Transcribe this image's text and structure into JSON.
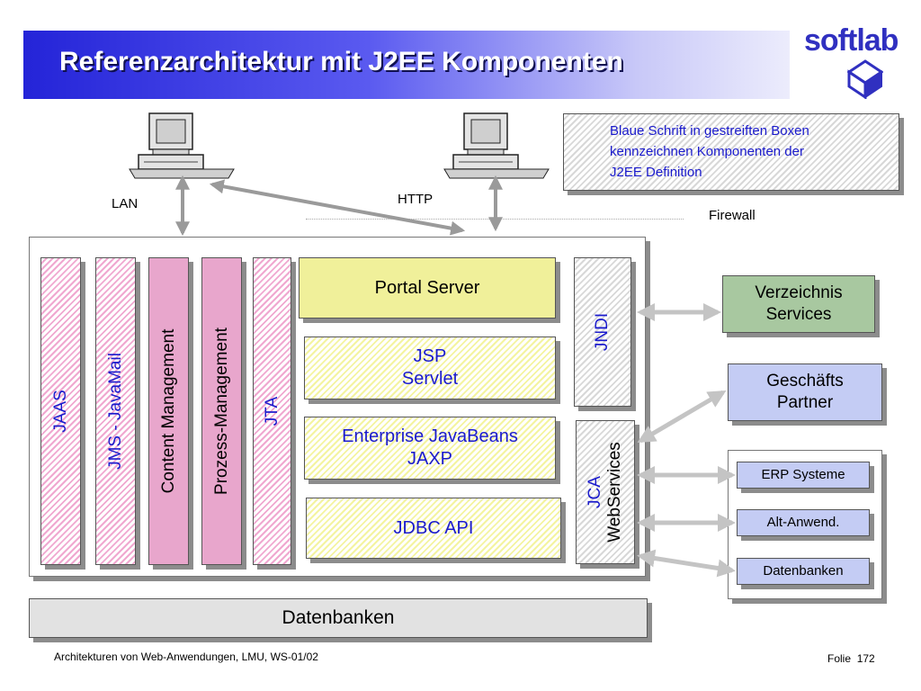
{
  "title": "Referenzarchitektur mit J2EE Komponenten",
  "logo": {
    "name": "softlab"
  },
  "legend": {
    "line1": "Blaue Schrift in gestreiften Boxen",
    "line2": "kennzeichnen Komponenten der",
    "line3": "J2EE Definition"
  },
  "labels": {
    "lan": "LAN",
    "http": "HTTP",
    "firewall": "Firewall"
  },
  "columns": {
    "jaas": "JAAS",
    "jms": "JMS  - JavaMail",
    "content": "Content Management",
    "prozess": "Prozess-Management",
    "jta": "JTA"
  },
  "center": {
    "portal": "Portal Server",
    "jsp_line1": "JSP",
    "jsp_line2": "Servlet",
    "ejb_line1": "Enterprise JavaBeans",
    "ejb_line2": "JAXP",
    "jdbc": "JDBC API"
  },
  "right_col": {
    "jndi": "JNDI",
    "jca": "JCA",
    "webservices": "WebServices"
  },
  "external": {
    "verzeichnis_line1": "Verzeichnis",
    "verzeichnis_line2": "Services",
    "partner_line1": "Geschäfts",
    "partner_line2": "Partner",
    "erp": "ERP Systeme",
    "alt": "Alt-Anwend.",
    "db": "Datenbanken"
  },
  "bottom": {
    "datenbanken": "Datenbanken"
  },
  "footer": {
    "left": "Architekturen von Web-Anwendungen, LMU, WS-01/02",
    "folie": "Folie",
    "page": "172"
  },
  "colors": {
    "title_bar": "#2424d8",
    "j2ee_text": "#1a1acc",
    "portal": "#f0f09a",
    "management": "#e8a6cc",
    "verzeichnis": "#a8c8a0",
    "partner": "#c4ccf4",
    "arrow": "#b4b4b4"
  }
}
